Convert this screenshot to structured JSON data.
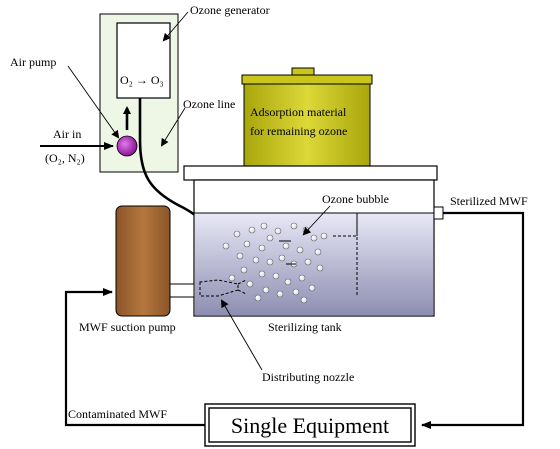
{
  "labels": {
    "ozone_generator": "Ozone generator",
    "air_pump": "Air pump",
    "ozone_line": "Ozone line",
    "air_in": "Air in",
    "air_composition": "(O₂, N₂)",
    "o2_to_o3": "O₂ → O₃",
    "adsorption_line1": "Adsorption material",
    "adsorption_line2": "for remaining ozone",
    "sterilized_mwf": "Sterilized MWF",
    "ozone_bubble": "Ozone bubble",
    "mwf_suction_pump": "MWF suction pump",
    "sterilizing_tank": "Sterilizing tank",
    "distributing_nozzle": "Distributing nozzle",
    "contaminated_mwf": "Contaminated MWF",
    "single_equipment": "Single Equipment"
  },
  "colors": {
    "generator_panel": "#eef6e6",
    "adsorption": "#c9c51a",
    "tank_liquid_top": "#eaeaf6",
    "tank_liquid_bottom": "#8f8fb4",
    "pump_body": "#a76a36",
    "air_pump": "#b42bc0"
  }
}
